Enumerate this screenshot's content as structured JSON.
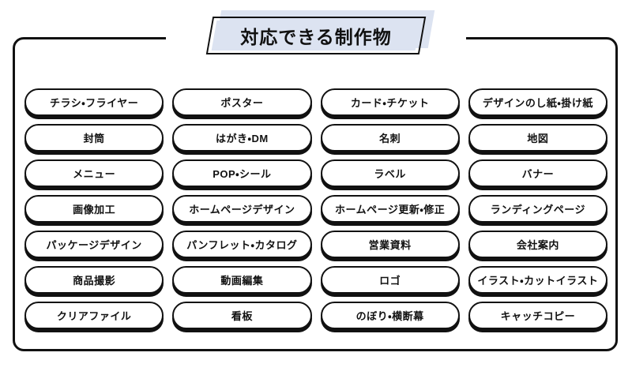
{
  "header": {
    "title": "対応できる制作物"
  },
  "colors": {
    "accent_fill": "#dce3f1",
    "ink": "#111111",
    "background": "#ffffff"
  },
  "products": {
    "columns": 4,
    "items": [
      "チラシ・フライヤー",
      "ポスター",
      "カード・チケット",
      "デザインのし紙・掛け紙",
      "封筒",
      "はがき・DM",
      "名刺",
      "地図",
      "メニュー",
      "POP・シール",
      "ラベル",
      "バナー",
      "画像加工",
      "ホームページデザイン",
      "ホームページ更新・修正",
      "ランディングページ",
      "パッケージデザイン",
      "パンフレット・カタログ",
      "営業資料",
      "会社案内",
      "商品撮影",
      "動画編集",
      "ロゴ",
      "イラスト・カットイラスト",
      "クリアファイル",
      "看板",
      "のぼり・横断幕",
      "キャッチコピー"
    ]
  }
}
